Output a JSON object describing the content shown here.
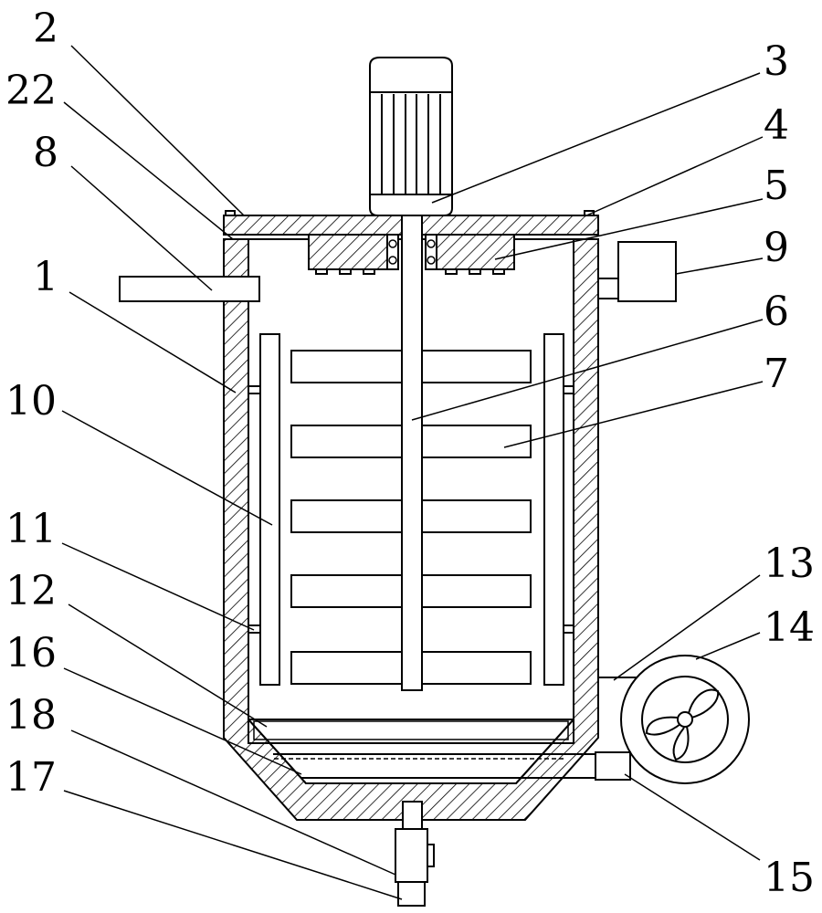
{
  "diagram": {
    "labels": [
      {
        "id": "2",
        "text": "2"
      },
      {
        "id": "22",
        "text": "22"
      },
      {
        "id": "8",
        "text": "8"
      },
      {
        "id": "1",
        "text": "1"
      },
      {
        "id": "10",
        "text": "10"
      },
      {
        "id": "11",
        "text": "11"
      },
      {
        "id": "12",
        "text": "12"
      },
      {
        "id": "16",
        "text": "16"
      },
      {
        "id": "18",
        "text": "18"
      },
      {
        "id": "17",
        "text": "17"
      },
      {
        "id": "3",
        "text": "3"
      },
      {
        "id": "4",
        "text": "4"
      },
      {
        "id": "5",
        "text": "5"
      },
      {
        "id": "9",
        "text": "9"
      },
      {
        "id": "6",
        "text": "6"
      },
      {
        "id": "7",
        "text": "7"
      },
      {
        "id": "13",
        "text": "13"
      },
      {
        "id": "14",
        "text": "14"
      },
      {
        "id": "15",
        "text": "15"
      }
    ]
  }
}
